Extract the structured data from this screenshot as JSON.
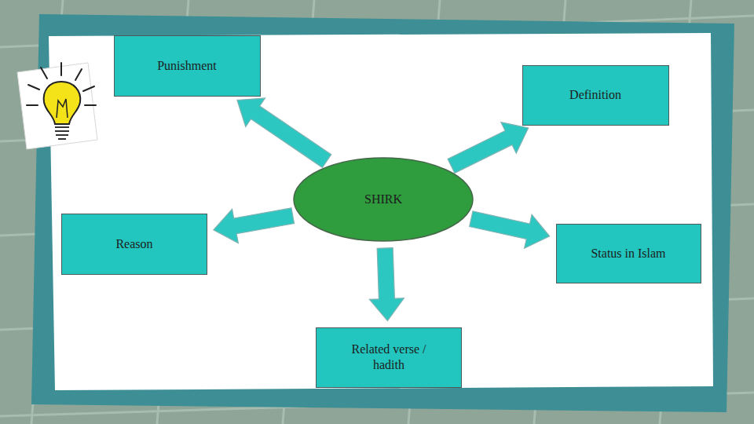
{
  "diagram": {
    "nodes": [
      {
        "text": [
          "Punishment"
        ]
      },
      {
        "text": [
          "Definition"
        ]
      },
      {
        "text": [
          "SHIRK"
        ]
      },
      {
        "text": [
          "Reason"
        ]
      },
      {
        "text": [
          "Status in Islam"
        ]
      },
      {
        "text": [
          "Related verse / hadith"
        ]
      }
    ],
    "edges": [
      {
        "from": 2,
        "to": 0,
        "arrow": "to"
      },
      {
        "from": 2,
        "to": 1,
        "arrow": "to"
      },
      {
        "from": 2,
        "to": 3,
        "arrow": "to"
      },
      {
        "from": 2,
        "to": 4,
        "arrow": "to"
      },
      {
        "from": 2,
        "to": 5,
        "arrow": "to"
      }
    ]
  }
}
